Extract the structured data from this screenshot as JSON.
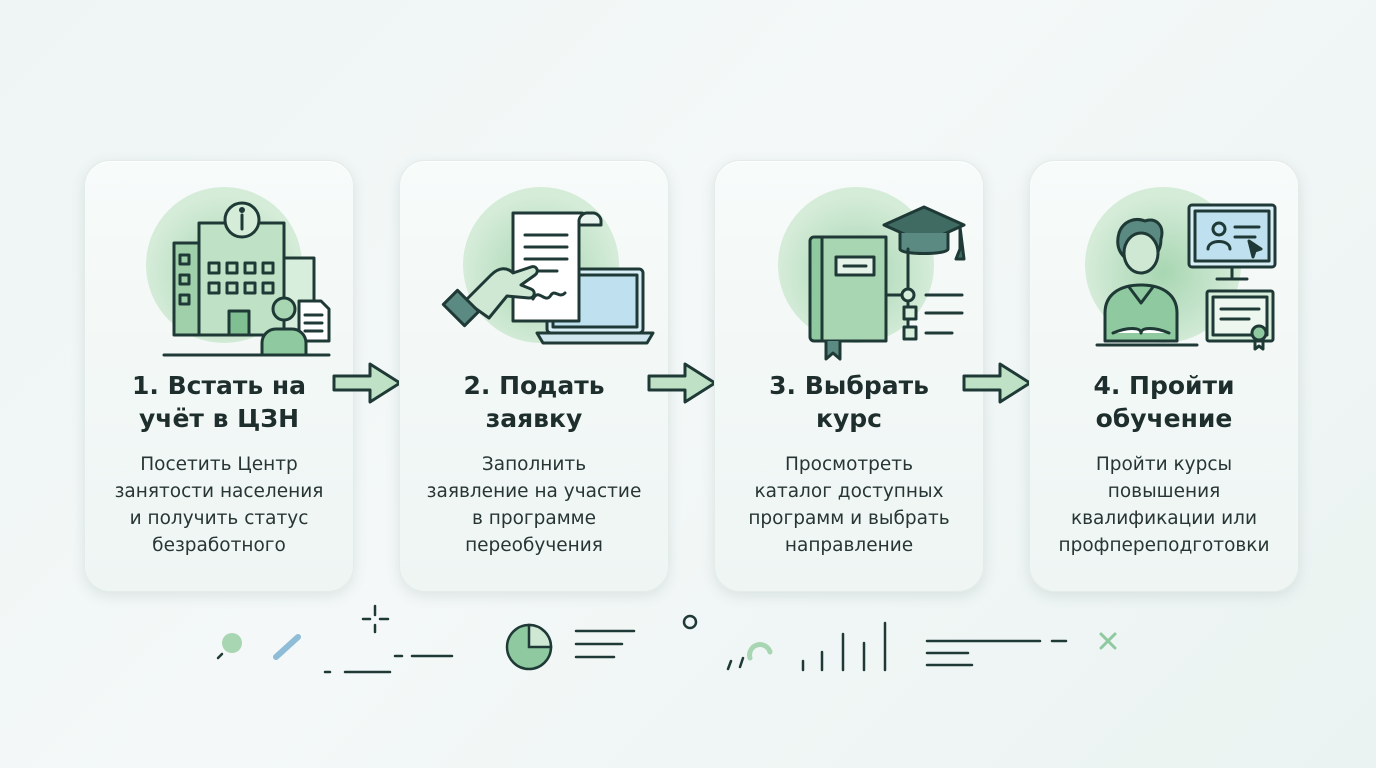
{
  "steps": [
    {
      "title": [
        "1. Встать на",
        "учёт в ЦЗН"
      ],
      "description": [
        "Посетить Центр",
        "занятости населения",
        "и получить статус",
        "безработного"
      ],
      "icon": "building-info-person-icon"
    },
    {
      "title": [
        "2. Подать",
        "заявку"
      ],
      "description": [
        "Заполнить",
        "заявление на участие",
        "в программе",
        "переобучения"
      ],
      "icon": "hand-document-laptop-icon"
    },
    {
      "title": [
        "3. Выбрать",
        "курс"
      ],
      "description": [
        "Просмотреть",
        "каталог доступных",
        "программ и выбрать",
        "направление"
      ],
      "icon": "book-graduation-cap-icon"
    },
    {
      "title": [
        "4. Пройти",
        "обучение"
      ],
      "description": [
        "Пройти курсы",
        "повышения",
        "квалификации или",
        "профпереподготовки"
      ],
      "icon": "student-monitor-certificate-icon"
    }
  ],
  "colors": {
    "accent": "#8fc99f",
    "accent_light": "#cfe8d3",
    "stroke": "#1f3a36",
    "arrow_fill": "#bfe2c6",
    "card_bg": "#f5faf9"
  }
}
